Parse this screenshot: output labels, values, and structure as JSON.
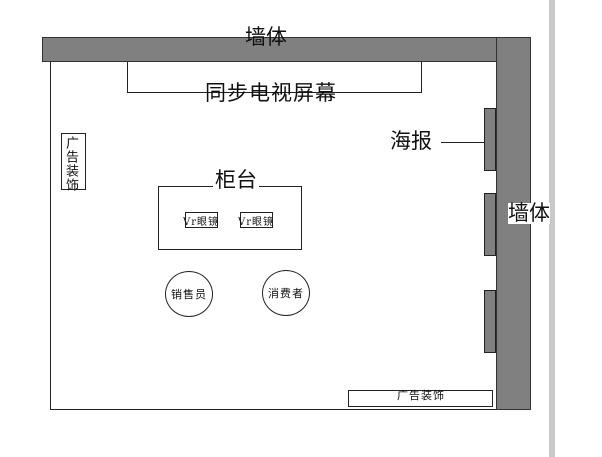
{
  "labels": {
    "wall_top": "墙体",
    "wall_right": "墙体",
    "tv_screen": "同步电视屏幕",
    "poster": "海报",
    "counter": "柜台",
    "ad_decor_left": "广告装饰",
    "ad_decor_bottom": "广告装饰",
    "vr_device_1": "Vr眼镜",
    "vr_device_2": "Vr眼镜",
    "salesperson": "销售员",
    "consumer": "消费者"
  },
  "colors": {
    "wall": "#808080",
    "poster": "#808080",
    "outline": "#222222",
    "right_scrollbar": "#c9c9c9"
  }
}
